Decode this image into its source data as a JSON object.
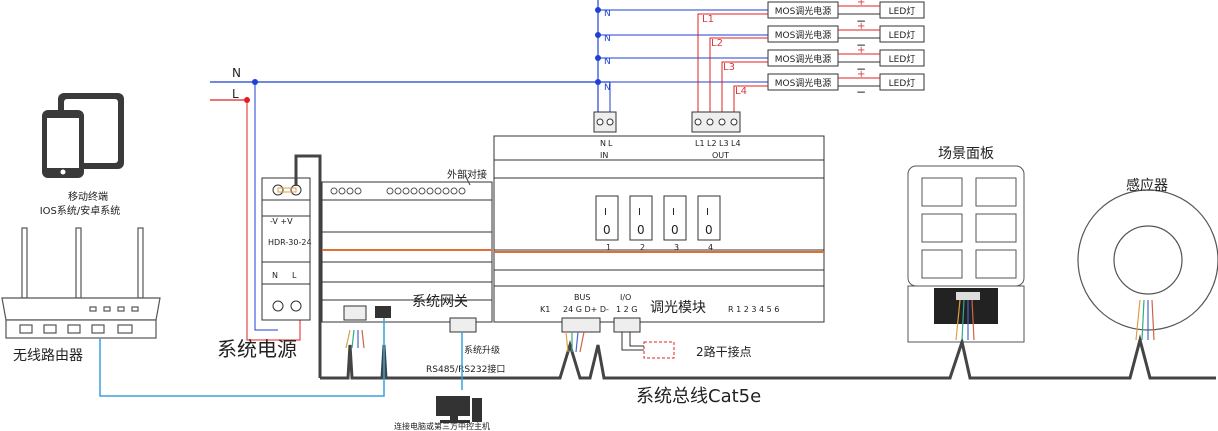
{
  "power_lines": {
    "n": "N",
    "l": "L"
  },
  "mos_drivers": [
    {
      "label": "MOS调光电源",
      "led": "LED灯",
      "channel": "L1"
    },
    {
      "label": "MOS调光电源",
      "led": "LED灯",
      "channel": "L2"
    },
    {
      "label": "MOS调光电源",
      "led": "LED灯",
      "channel": "L3"
    },
    {
      "label": "MOS调光电源",
      "led": "LED灯",
      "channel": "L4"
    }
  ],
  "polarity": {
    "plus": "+",
    "minus": "−"
  },
  "devices": {
    "mobile_line1": "移动终端",
    "mobile_line2": "IOS系统/安卓系统",
    "router": "无线路由器",
    "power": "系统电源",
    "power_model": "HDR-30-24",
    "power_terminals": "-V  +V",
    "gateway": "系统网关",
    "gateway_upgrade": "系统升级",
    "gateway_rs": "RS485/RS232接口",
    "external": "外部对接",
    "dimmer": "调光模块",
    "scene_panel": "场景面板",
    "sensor": "感应器",
    "dry_contact": "2路干接点",
    "bus": "系统总线Cat5e",
    "pc": "连接电脑或第三方中控主机"
  },
  "dimmer_labels": {
    "in_n": "N",
    "in_l": "L",
    "in": "IN",
    "out": "OUT",
    "out_terms": [
      "L1",
      "L2",
      "L3",
      "L4"
    ],
    "channels": [
      "1",
      "2",
      "3",
      "4"
    ],
    "switch_top": "I",
    "switch_bottom": "0",
    "k1": "K1",
    "bus": "BUS",
    "bus_terms": "24  G  D+  D-",
    "io": "I/O",
    "io_terms": "1  2  G",
    "r_labels": "R  1  2  3  4  5  6",
    "n_tap": "N"
  },
  "psu_labels": {
    "n": "N",
    "l": "L"
  },
  "colors": {
    "neutral": "#1f3fd6",
    "live": "#e02020",
    "bus": "#444444",
    "data": "#3aa0e0"
  }
}
